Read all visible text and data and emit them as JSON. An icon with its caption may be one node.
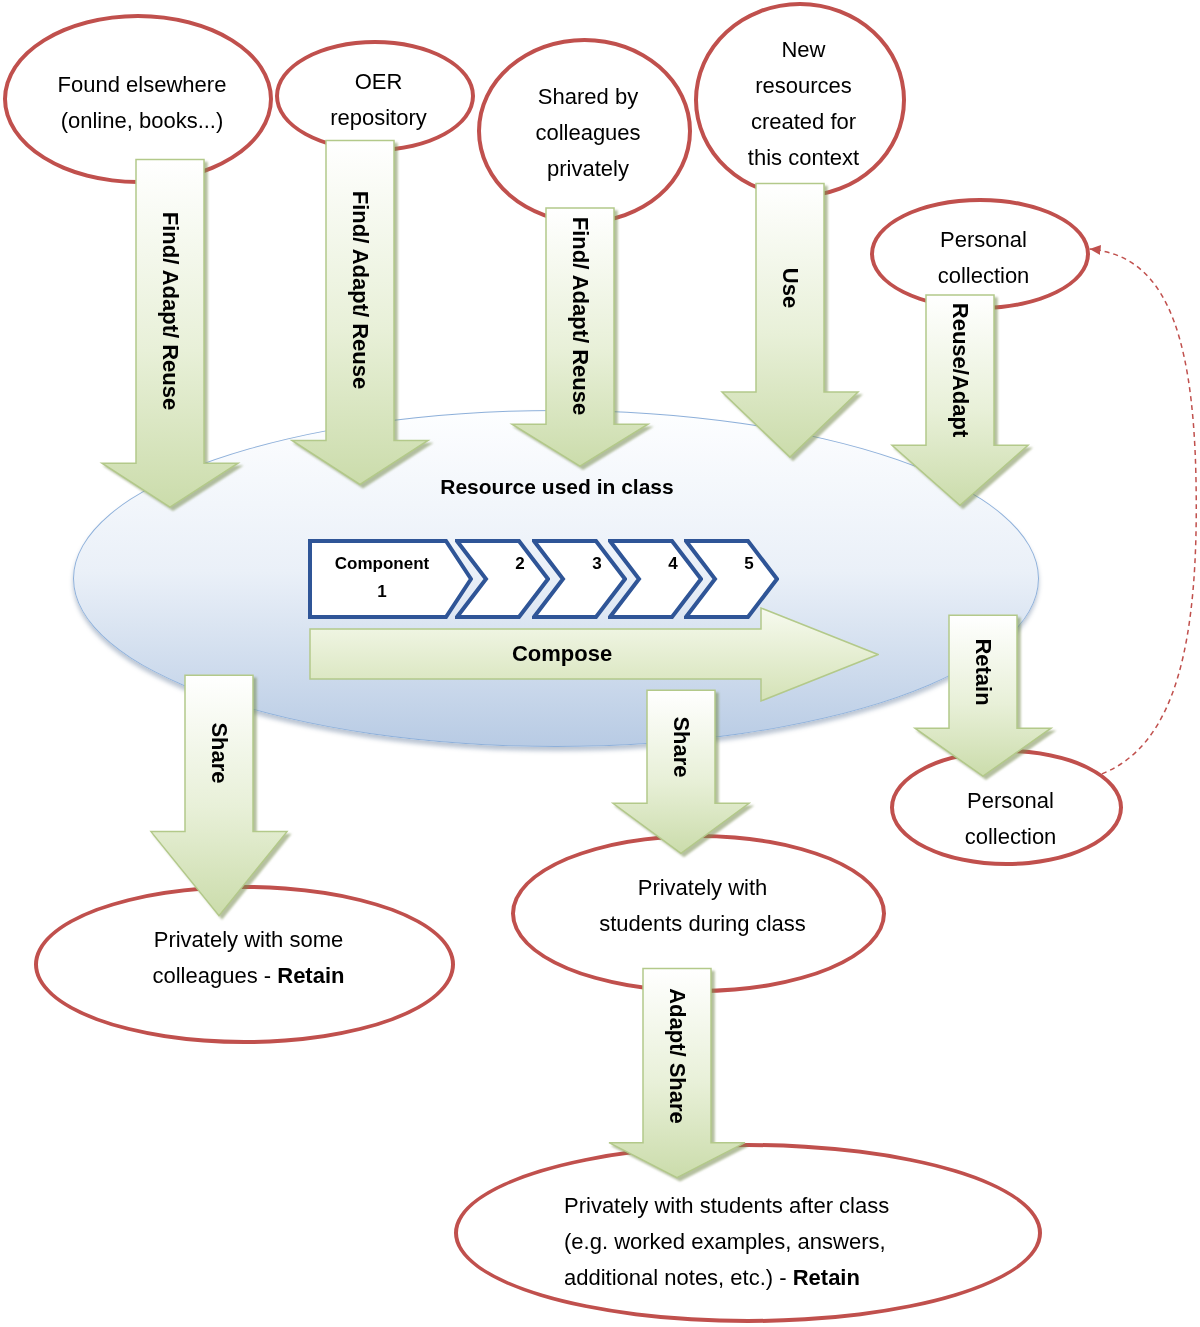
{
  "diagram": {
    "nodes": [
      {
        "text": [
          "Found elsewhere (online, books...)"
        ]
      },
      {
        "text": [
          "OER repository"
        ]
      },
      {
        "text": [
          "Shared by colleagues privately"
        ]
      },
      {
        "text": [
          "New resources created for this context"
        ]
      },
      {
        "text": [
          "Personal collection"
        ]
      },
      {
        "text": [
          "Resource used in class"
        ]
      },
      {
        "text": [
          "Component 1"
        ],
        "in": 5
      },
      {
        "text": [
          "2"
        ],
        "in": 5
      },
      {
        "text": [
          "3"
        ],
        "in": 5
      },
      {
        "text": [
          "4"
        ],
        "in": 5
      },
      {
        "text": [
          "5"
        ],
        "in": 5
      },
      {
        "text": [
          "Compose"
        ],
        "in": 5
      },
      {
        "text": [
          "Personal collection"
        ]
      },
      {
        "text": [
          "Privately with some colleagues - **Retain**"
        ]
      },
      {
        "text": [
          "Privately with students during class"
        ]
      },
      {
        "text": [
          "Privately with students after class (e.g. worked examples, answers, additional notes, etc.) - **Retain**"
        ]
      }
    ],
    "edges": [
      {
        "from": 0,
        "to": 5,
        "arrow": "to",
        "label": "Find/ Adapt/ Reuse"
      },
      {
        "from": 1,
        "to": 5,
        "arrow": "to",
        "label": "Find/ Adapt/ Reuse"
      },
      {
        "from": 2,
        "to": 5,
        "arrow": "to",
        "label": "Find/ Adapt/ Reuse"
      },
      {
        "from": 3,
        "to": 5,
        "arrow": "to",
        "label": "Use"
      },
      {
        "from": 4,
        "to": 5,
        "arrow": "to",
        "label": "Reuse/Adapt"
      },
      {
        "from": 5,
        "to": 13,
        "arrow": "to",
        "label": "Share"
      },
      {
        "from": 5,
        "to": 14,
        "arrow": "to",
        "label": "Share"
      },
      {
        "from": 5,
        "to": 12,
        "arrow": "to",
        "label": "Retain"
      },
      {
        "from": 14,
        "to": 15,
        "arrow": "to",
        "label": "Adapt/ Share"
      },
      {
        "from": 12,
        "to": 4,
        "arrow": "to",
        "style": "dashed",
        "color": "#c0504d"
      }
    ]
  }
}
